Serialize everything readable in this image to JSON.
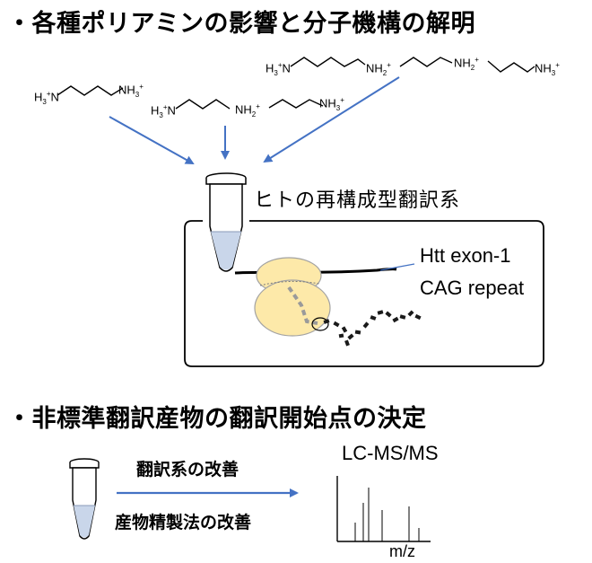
{
  "headings": {
    "section1": "・各種ポリアミンの影響と分子機構の解明",
    "section2": "・非標準翻訳産物の翻訳開始点の決定"
  },
  "molecules": {
    "putrescine": {
      "left": "H",
      "left_sub": "3",
      "left_sup": "+",
      "left_n": "N",
      "right": "NH",
      "right_sub": "3",
      "right_sup": "+"
    },
    "spermidine": {
      "left": "H",
      "left_sub": "3",
      "left_sup": "+",
      "left_n": "N",
      "mid": "NH",
      "mid_sub": "2",
      "mid_sup": "+",
      "right": "NH",
      "right_sub": "3",
      "right_sup": "+"
    },
    "spermine": {
      "left": "H",
      "left_sub": "3",
      "left_sup": "+",
      "left_n": "N",
      "mid1": "NH",
      "mid1_sub": "2",
      "mid1_sup": "+",
      "mid2": "NH",
      "mid2_sub": "2",
      "mid2_sup": "+",
      "right": "NH",
      "right_sub": "3",
      "right_sup": "+"
    }
  },
  "labels": {
    "translation_system": "ヒトの再構成型翻訳系",
    "htt": "Htt exon-1",
    "cag": "CAG repeat",
    "improve_system": "翻訳系の改善",
    "improve_purification": "産物精製法の改善",
    "lcms": "LC-MS/MS",
    "mz": "m/z"
  },
  "colors": {
    "arrow": "#4472c4",
    "ribosome_fill": "#fde9a9",
    "ribosome_stroke": "#a3a3a3",
    "tube_liquid": "#c9d6ea",
    "peptide": "#1a1a1a"
  }
}
